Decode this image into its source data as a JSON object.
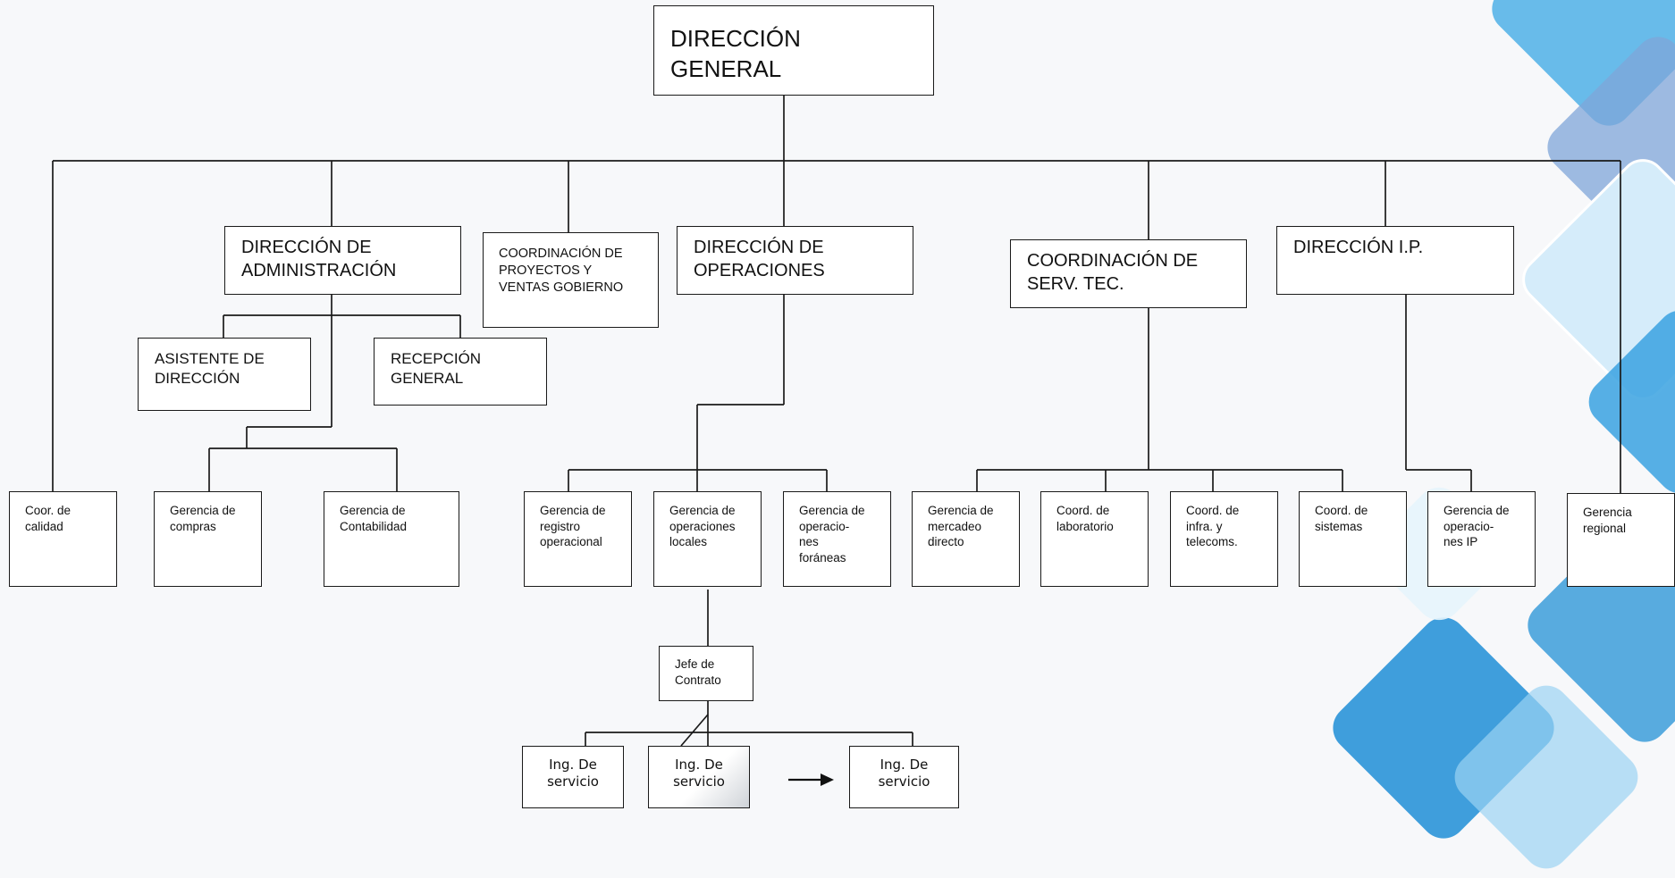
{
  "chart": {
    "root": "DIRECCIÓN GENERAL",
    "directorates": {
      "administracion": "DIRECCIÓN DE\nADMINISTRACIÓN",
      "coordinacion_proyectos": "COORDINACIÓN DE\nPROYECTOS Y\nVENTAS GOBIERNO",
      "operaciones": "DIRECCIÓN DE\nOPERACIONES",
      "serv_tec": "COORDINACIÓN DE\nSERV. TEC.",
      "ip": "DIRECCIÓN I.P."
    },
    "staff": {
      "asistente": "ASISTENTE DE\nDIRECCIÓN",
      "recepcion": "RECEPCIÓN\nGENERAL"
    },
    "units": {
      "coor_calidad": "Coor. de\ncalidad",
      "gerencia_compras": "Gerencia de\ncompras",
      "gerencia_contabilidad": "Gerencia de\nContabilidad",
      "gerencia_registro": "Gerencia de\nregistro\noperacional",
      "gerencia_op_locales": "Gerencia  de\noperaciones\nlocales",
      "gerencia_op_foraneas": "Gerencia de\noperacio-\nnes\nforáneas",
      "gerencia_mercadeo": "Gerencia de\nmercadeo\ndirecto",
      "coord_laboratorio": "Coord. de\nlaboratorio",
      "coord_infra": "Coord. de\ninfra. y\ntelecoms.",
      "coord_sistemas": "Coord. de\nsistemas",
      "gerencia_op_ip": "Gerencia de\noperacio-\nnes IP",
      "gerencia_regional": "Gerencia\nregional"
    },
    "jefe_contrato": "Jefe de\nContrato",
    "ingenieros": [
      "Ing. De\nservicio",
      "Ing. De\nservicio",
      "Ing. De\nservicio"
    ]
  },
  "colors": {
    "line": "#1a1a1a",
    "box_fill": "#ffffff",
    "decor_blue": "#2f97d8"
  }
}
